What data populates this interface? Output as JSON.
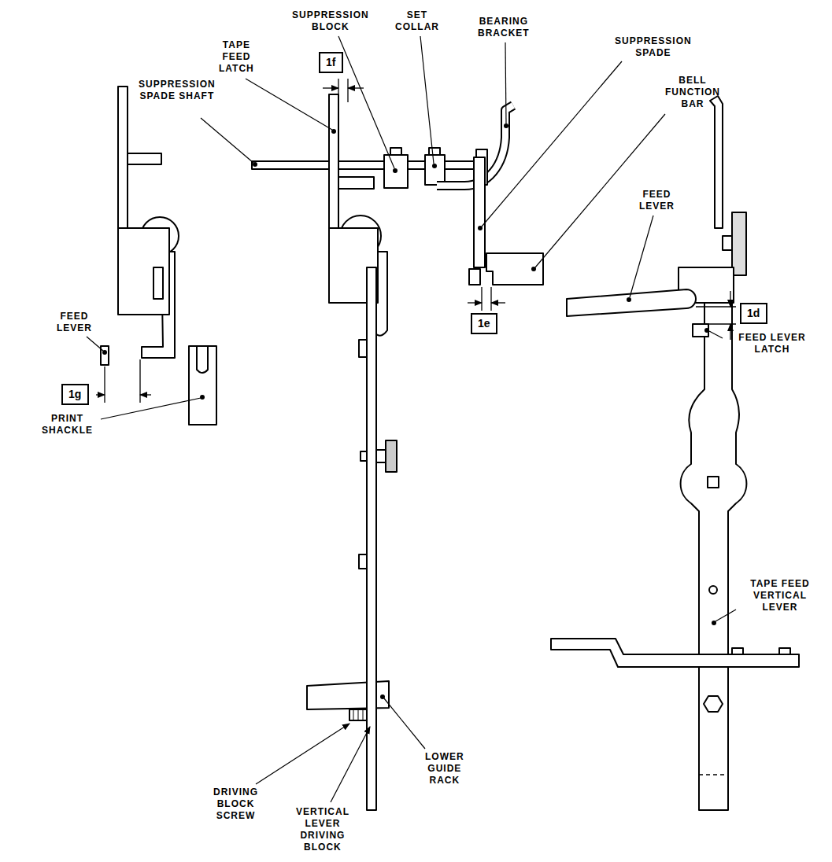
{
  "diagram": {
    "nodes": [
      {
        "text": [
          "1f"
        ]
      },
      {
        "text": [
          "1d"
        ]
      },
      {
        "text": [
          "1e"
        ]
      },
      {
        "text": [
          "1g"
        ]
      }
    ],
    "labels": [
      "SUPPRESSION BLOCK",
      "SET COLLAR",
      "BEARING BRACKET",
      "SUPPRESSION SPADE",
      "TAPE FEED LATCH",
      "SUPPRESSION SPADE SHAFT",
      "BELL FUNCTION BAR",
      "FEED LEVER",
      "FEED LEVER",
      "FEED LEVER LATCH",
      "PRINT SHACKLE",
      "LOWER GUIDE RACK",
      "TAPE FEED VERTICAL LEVER",
      "DRIVING BLOCK SCREW",
      "VERTICAL LEVER DRIVING BLOCK"
    ]
  }
}
